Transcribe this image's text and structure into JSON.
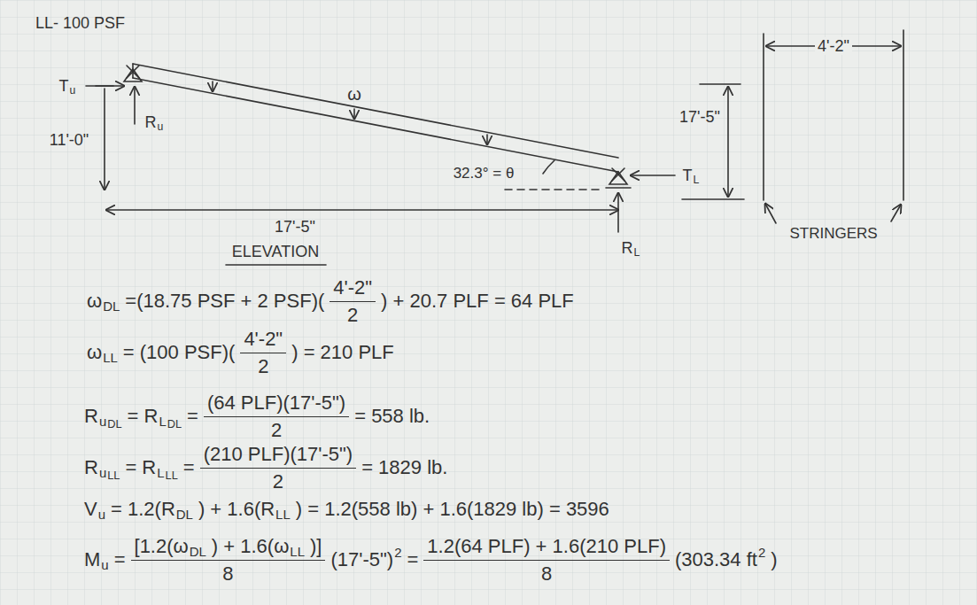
{
  "diagram": {
    "labels": [
      "LL- 100 PSF",
      "T",
      "u",
      "R",
      "u",
      "11'-0\"",
      "ω",
      "32.3° = θ",
      "17'-5\"",
      "4'-2\"",
      "T",
      "L",
      "17'-5\"",
      "ELEVATION",
      "R",
      "L",
      "STRINGERS",
      "ω",
      "DL",
      "=(18.75 PSF + 2 PSF)(",
      "4'-2\"",
      "2",
      ") + 20.7 PLF = 64 PLF",
      "ω",
      "LL",
      "= (100 PSF)(",
      "4'-2\"",
      "2",
      ") = 210 PLF",
      "R",
      "u",
      "DL",
      "= R",
      "L",
      "DL",
      "=",
      "(64 PLF)(17'-5\")",
      "2",
      "= 558 lb.",
      "R",
      "u",
      "LL",
      "= R",
      "L",
      "LL",
      "=",
      "(210 PLF)(17'-5\")",
      "2",
      "= 1829 lb.",
      "V",
      "u",
      "= 1.2(R",
      "DL",
      ") + 1.6(R",
      "LL",
      ") = 1.2(558 lb) + 1.6(1829 lb) = 3596",
      "M",
      "u",
      "=",
      "[1.2(ω",
      "DL",
      ") + 1.6(ω",
      "LL",
      ")]",
      "8",
      "(17'-5\")",
      "2",
      "=",
      "1.2(64 PLF) + 1.6(210 PLF)",
      "8",
      "(303.34 ft",
      "2",
      ")"
    ]
  }
}
